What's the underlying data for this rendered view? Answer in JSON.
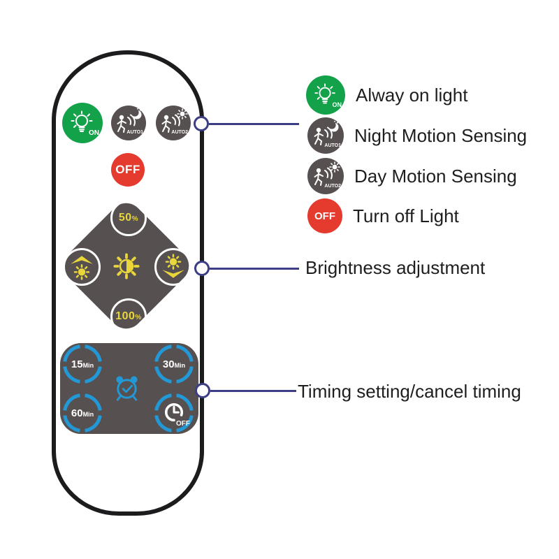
{
  "colors": {
    "green": "#13a24a",
    "dark_gray": "#575051",
    "red": "#e53a2e",
    "blue": "#2398d6",
    "yellow": "#e8d63b",
    "connector_navy": "#3d3d85",
    "outline_black": "#1c1c1e",
    "text": "#1e1e1e"
  },
  "icons": {
    "bulb": "bulb-icon",
    "motion_night": "motion-sensor-moon-icon",
    "motion_day": "motion-sensor-sun-icon",
    "brightness_up": "brightness-up-icon",
    "brightness_down": "brightness-down-icon",
    "brightness_contrast": "brightness-contrast-icon",
    "alarm_clock": "alarm-clock-check-icon",
    "timer_off": "clock-off-icon"
  },
  "remote": {
    "on_button": {
      "label": "ON"
    },
    "auto1_button": {
      "label": "AUTO1"
    },
    "auto2_button": {
      "label": "AUTO2"
    },
    "off_button": {
      "label": "OFF"
    },
    "brightness": {
      "half": "50",
      "full": "100",
      "percent": "%"
    },
    "timer": {
      "t15": {
        "value": "15",
        "unit": "Min"
      },
      "t30": {
        "value": "30",
        "unit": "Min"
      },
      "t60": {
        "value": "60",
        "unit": "Min"
      },
      "off": {
        "label": "OFF"
      }
    }
  },
  "legend": {
    "always_on": {
      "icon_label": "ON",
      "label": "Alway on light"
    },
    "night": {
      "icon_label": "AUTO1",
      "label": "Night Motion Sensing"
    },
    "day": {
      "icon_label": "AUTO2",
      "label": "Day Motion Sensing"
    },
    "off": {
      "icon_label": "OFF",
      "label": "Turn off Light"
    }
  },
  "annotations": {
    "brightness": "Brightness adjustment",
    "timing": "Timing setting/cancel timing"
  }
}
